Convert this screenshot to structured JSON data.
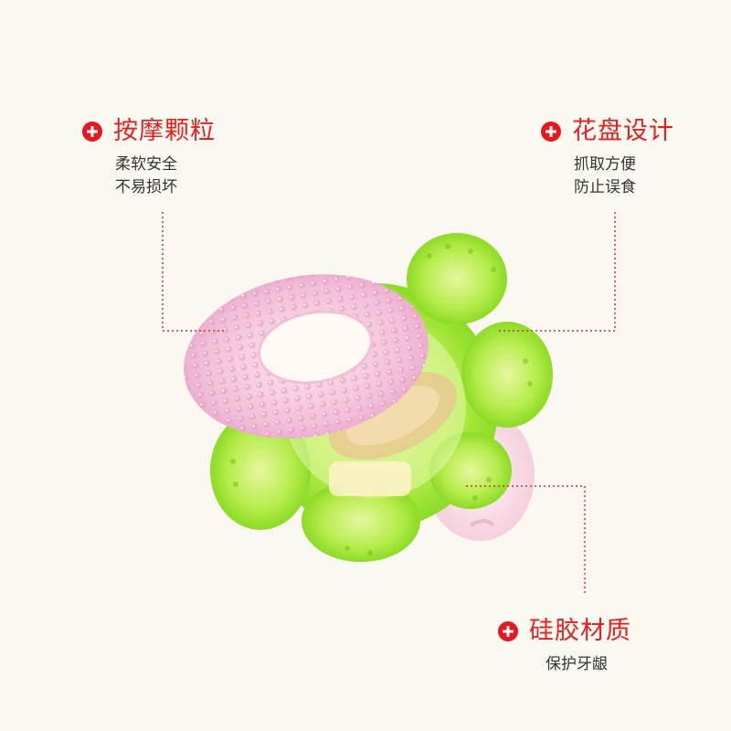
{
  "features": {
    "massage": {
      "title": "按摩颗粒",
      "lines": [
        "柔软安全",
        "不易损坏"
      ]
    },
    "flower": {
      "title": "花盘设计",
      "lines": [
        "抓取方便",
        "防止误食"
      ]
    },
    "silicone": {
      "title": "硅胶材质",
      "lines": [
        "保护牙龈"
      ]
    }
  },
  "colors": {
    "accent": "#e61f1f",
    "background": "#fbf8f2",
    "flower_green": "#8fe02a",
    "ring_pink": "#f0b8d2"
  },
  "icons": [
    "plus-circle-icon"
  ]
}
